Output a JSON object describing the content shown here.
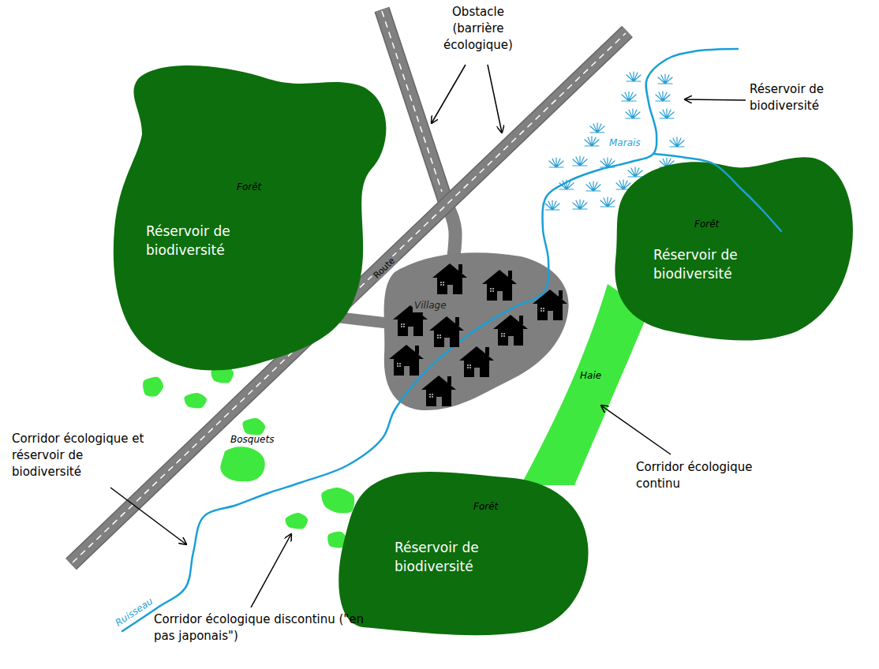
{
  "diagram": {
    "nodes": [
      {
        "text": [
          "Forêt",
          "Réservoir de biodiversité"
        ]
      },
      {
        "text": [
          "Marais"
        ]
      },
      {
        "text": [
          "Forêt",
          "Réservoir de biodiversité"
        ]
      },
      {
        "text": [
          "Village"
        ]
      },
      {
        "text": [
          "Haie"
        ]
      },
      {
        "text": [
          "Bosquets"
        ]
      },
      {
        "text": [
          "Forêt",
          "Réservoir de biodiversité"
        ]
      }
    ],
    "labels": [
      "Obstacle (barrière écologique)",
      "Réservoir de biodiversité",
      "Route",
      "Corridor écologique et réservoir de biodiversité",
      "Ruisseau",
      "Corridor écologique continu",
      "Corridor écologique discontinu (\"en pas japonais\")"
    ]
  }
}
